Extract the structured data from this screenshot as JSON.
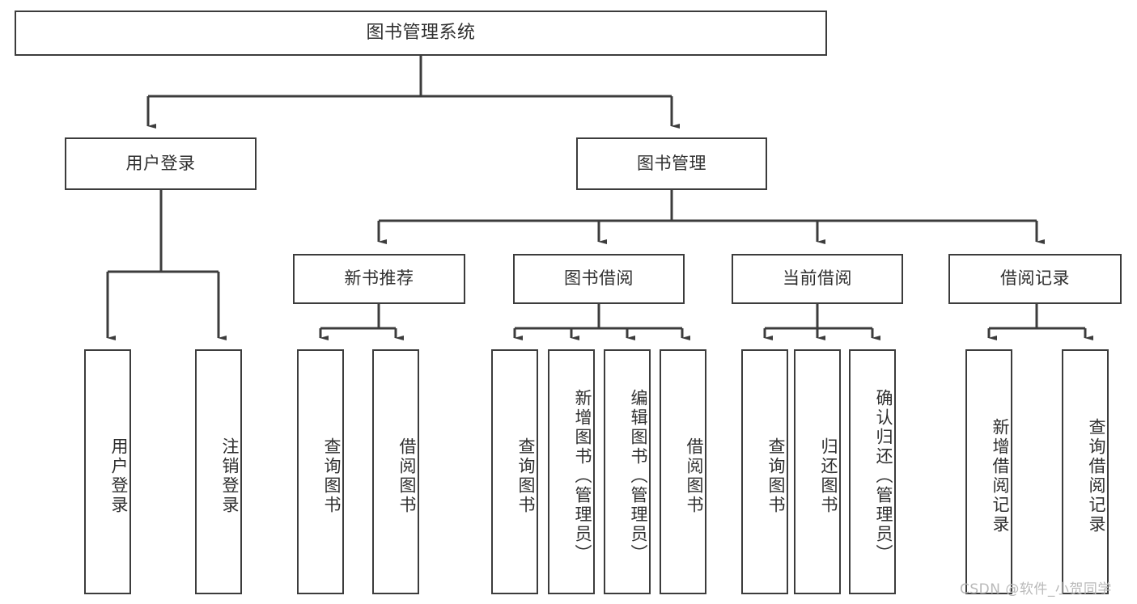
{
  "diagram": {
    "type": "hierarchy-tree",
    "title": "图书管理系统",
    "orientation": "top-down",
    "colors": {
      "border": "#3c3c3c",
      "text": "#2f2f2f",
      "background": "#ffffff",
      "connector": "#3c3c3c",
      "watermark": "#b9b9b9"
    },
    "levels": {
      "root": {
        "label": "图书管理系统"
      },
      "level1": [
        {
          "label": "用户登录"
        },
        {
          "label": "图书管理"
        }
      ],
      "level2": [
        {
          "label": "新书推荐"
        },
        {
          "label": "图书借阅"
        },
        {
          "label": "当前借阅"
        },
        {
          "label": "借阅记录"
        }
      ],
      "leaves": {
        "user_login": [
          {
            "label": "用户登录"
          },
          {
            "label": "注销登录"
          }
        ],
        "new_book_recommend": [
          {
            "label": "查询图书"
          },
          {
            "label": "借阅图书"
          }
        ],
        "book_borrow": [
          {
            "label": "查询图书"
          },
          {
            "label": "新增图书（管理员）"
          },
          {
            "label": "编辑图书（管理员）"
          },
          {
            "label": "借阅图书"
          }
        ],
        "current_borrow": [
          {
            "label": "查询图书"
          },
          {
            "label": "归还图书"
          },
          {
            "label": "确认归还（管理员）"
          }
        ],
        "borrow_record": [
          {
            "label": "新增借阅记录"
          },
          {
            "label": "查询借阅记录"
          }
        ]
      }
    }
  },
  "watermark": {
    "text": "CSDN @软件_小贺同学"
  }
}
